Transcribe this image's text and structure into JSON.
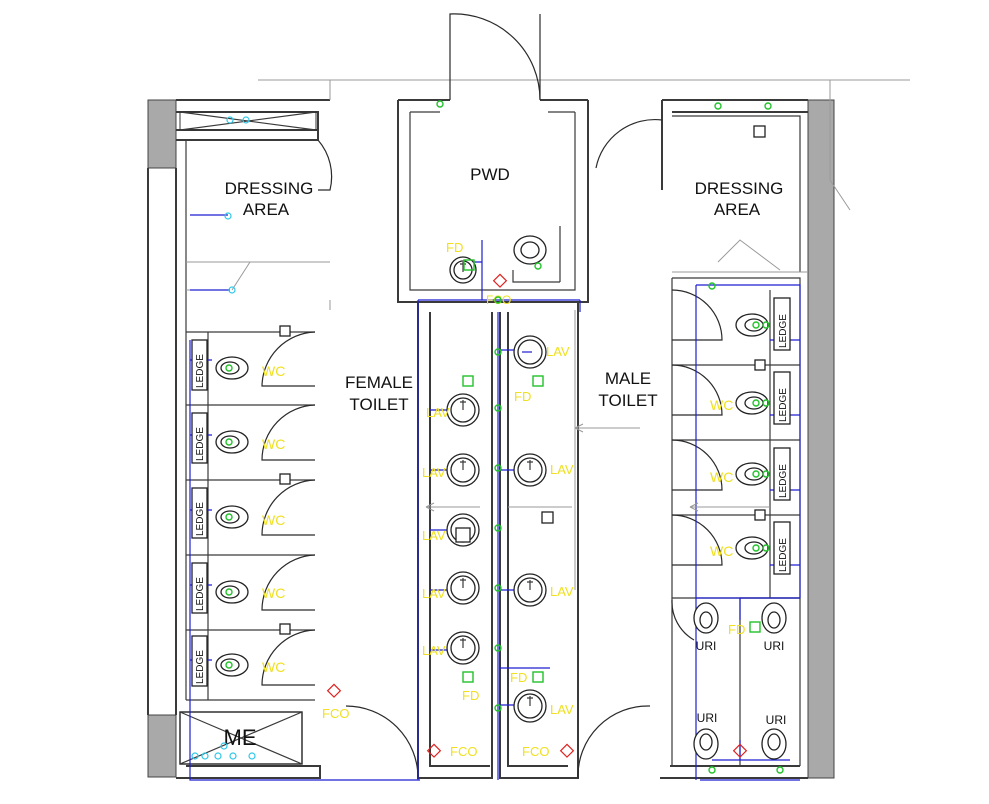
{
  "rooms": {
    "dressing_left": [
      "DRESSING",
      "AREA"
    ],
    "dressing_right": [
      "DRESSING",
      "AREA"
    ],
    "pwd": "PWD",
    "female_toilet": [
      "FEMALE",
      "TOILET"
    ],
    "male_toilet": [
      "MALE",
      "TOILET"
    ],
    "me": "ME"
  },
  "fixture_labels": {
    "ledge": "LEDGE",
    "wc": "WC",
    "lav": "LAV",
    "fd": "FD",
    "fco": "FCO",
    "uri": "URI"
  },
  "colors": {
    "walls": "#3a3a3a",
    "pipe": "#1f1fd0",
    "annotation": "#f0e020",
    "vent": "#22c22a",
    "cleanout": "#e02020",
    "water": "#30c8e8",
    "column": "#a9a9a9"
  }
}
